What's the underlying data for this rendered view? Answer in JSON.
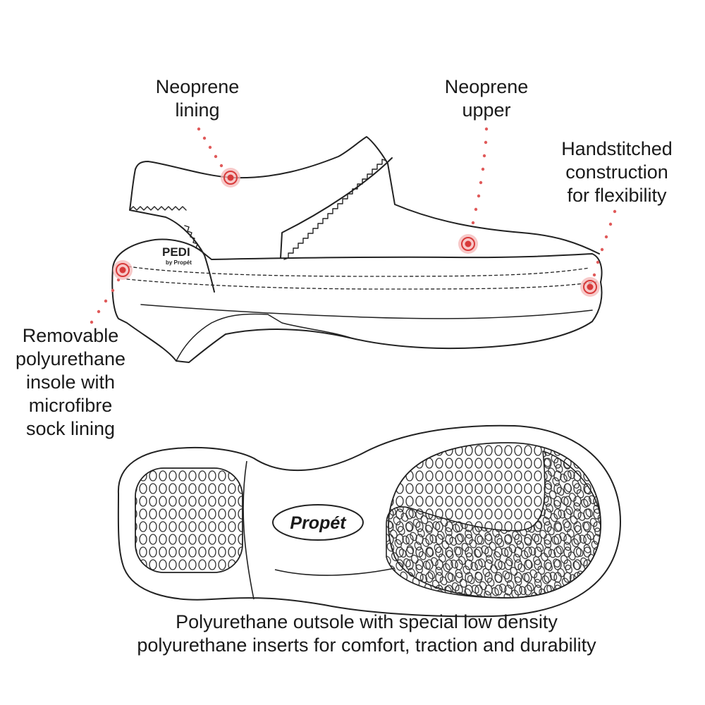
{
  "callouts": {
    "neoprene_lining": [
      "Neoprene",
      "lining"
    ],
    "neoprene_upper": [
      "Neoprene",
      "upper"
    ],
    "handstitched": [
      "Handstitched",
      "construction",
      "for flexibility"
    ],
    "insole": [
      "Removable",
      "polyurethane",
      "insole with",
      "microfibre",
      "sock lining"
    ],
    "outsole": [
      "Polyurethane outsole with special low density",
      "polyurethane inserts for comfort, traction and durability"
    ]
  },
  "brand": {
    "side_logo": "PEDI",
    "side_logo_sub": "by Propét",
    "sole_logo": "Propét"
  },
  "colors": {
    "marker": "#e05a5a",
    "line": "#222222"
  }
}
